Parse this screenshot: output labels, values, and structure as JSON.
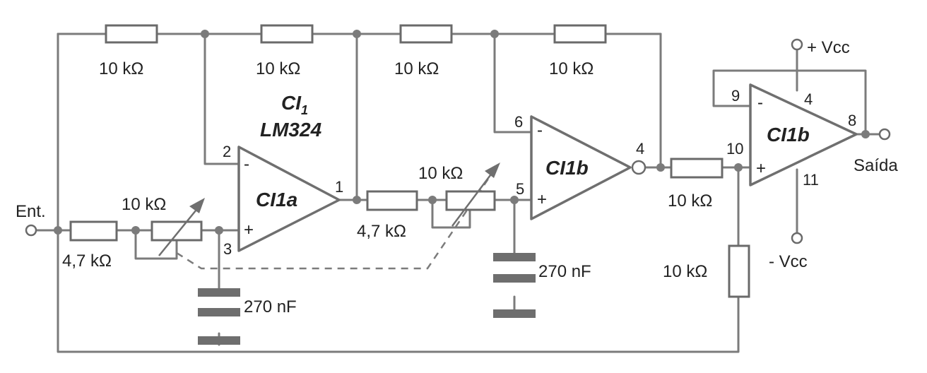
{
  "resistors": {
    "r_top_1": "10 kΩ",
    "r_top_2": "10 kΩ",
    "r_top_3": "10 kΩ",
    "r_top_4": "10 kΩ",
    "r_in": "4,7 kΩ",
    "pot_a": "10 kΩ",
    "r_mid": "4,7 kΩ",
    "pot_b": "10 kΩ",
    "r_out_series": "10 kΩ",
    "r_out_shunt": "10 kΩ"
  },
  "capacitors": {
    "c1": "270 nF",
    "c2": "270 nF"
  },
  "ics": {
    "ic_title_line1": "CI",
    "ic_title_sub": "1",
    "ic_title_line2": "LM324",
    "amp_a": "CI1a",
    "amp_b": "CI1b",
    "amp_c": "CI1b"
  },
  "pins": {
    "p1": "1",
    "p2": "2",
    "p3": "3",
    "p4": "4",
    "p5": "5",
    "p6": "6",
    "p4b": "4",
    "p8": "8",
    "p9": "9",
    "p10": "10",
    "p11": "11"
  },
  "signs": {
    "minus": "-",
    "plus": "+"
  },
  "terminals": {
    "input": "Ent.",
    "output": "Saída",
    "vcc_pos": "+ Vcc",
    "vcc_neg": "- Vcc"
  }
}
